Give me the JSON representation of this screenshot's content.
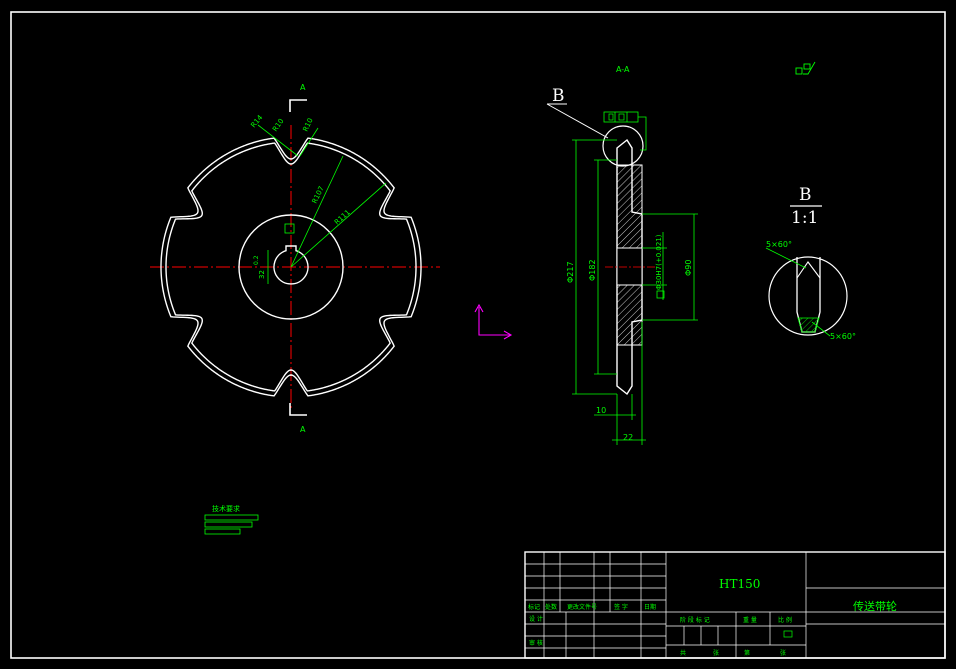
{
  "colors": {
    "background": "#000000",
    "outline": "#ffffff",
    "dimension": "#00ff00",
    "centerline": "#ff0000",
    "ucs": "#ff00ff"
  },
  "icons": {
    "roughness_symbol": "surface-roughness-icon",
    "ucs": "ucs-axis-icon",
    "tolerance_frame": "geometric-tolerance-icon"
  },
  "front_view": {
    "section_label_top": "A",
    "section_label_bottom": "A",
    "dims": {
      "r_tip_1": "R14",
      "r_tip_2": "R10",
      "r_tip_3": "R10",
      "r_107": "R107",
      "r_111": "R111",
      "hub_dim_1": "32",
      "hub_dim_2": "0.2"
    }
  },
  "side_view": {
    "view_label": "B",
    "top_label": "A-A",
    "dims": {
      "d217": "Φ217",
      "d182": "Φ182",
      "d90": "Φ90",
      "d30": "Φ30H7(+0.021)",
      "w10": "10",
      "w22": "22"
    }
  },
  "detail_view": {
    "label": "B",
    "scale": "1:1",
    "chamfer_top": "5×60°",
    "chamfer_bottom": "5×60°"
  },
  "tech_requirements": {
    "heading": "技术要求"
  },
  "title_block": {
    "material": "HT150",
    "part_name": "传送带轮",
    "left_headers": [
      "标记",
      "处数",
      "更改文件号",
      "签 字",
      "日期"
    ],
    "left_rows": [
      "设 计",
      "审 核"
    ],
    "mid_headers": [
      "阶 段 标 记",
      "重 量",
      "比 例"
    ],
    "bottom_labels": [
      "共",
      "张",
      "第",
      "张"
    ]
  }
}
